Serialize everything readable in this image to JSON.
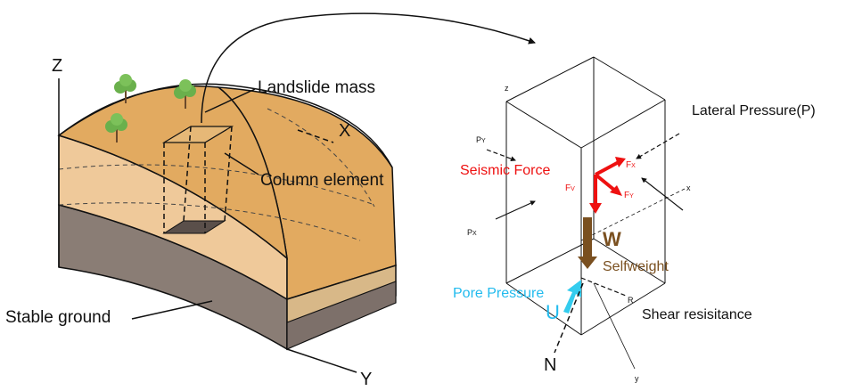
{
  "left_diagram": {
    "axis_z": "Z",
    "axis_x": "X",
    "axis_y": "Y",
    "label_landslide_mass": "Landslide mass",
    "label_column_element": "Column element",
    "label_stable_ground": "Stable ground"
  },
  "right_diagram": {
    "axis_z": "z",
    "axis_x": "x",
    "axis_y": "y",
    "label_lateral_pressure": "Lateral Pressure(P)",
    "label_py": "P",
    "label_py_sub": "Y",
    "label_px": "P",
    "label_px_sub": "X",
    "label_seismic_force": "Seismic Force",
    "label_fx": "F",
    "label_fx_sub": "X",
    "label_fy": "F",
    "label_fy_sub": "Y",
    "label_fv": "F",
    "label_fv_sub": "V",
    "label_w": "W",
    "label_selfweight": "Selfweight",
    "label_pore_pressure": "Pore Pressure",
    "label_u": "U",
    "label_r": "R",
    "label_shear_resistance": "Shear resisitance",
    "label_n": "N"
  },
  "colors": {
    "seismic": "#ee1111",
    "selfweight": "#7a5020",
    "pore": "#22ccee",
    "soil_top": "#e2aa60",
    "soil_mid": "#efc99a",
    "ground": "#8a7d75",
    "tree_green": "#6ab04c"
  }
}
